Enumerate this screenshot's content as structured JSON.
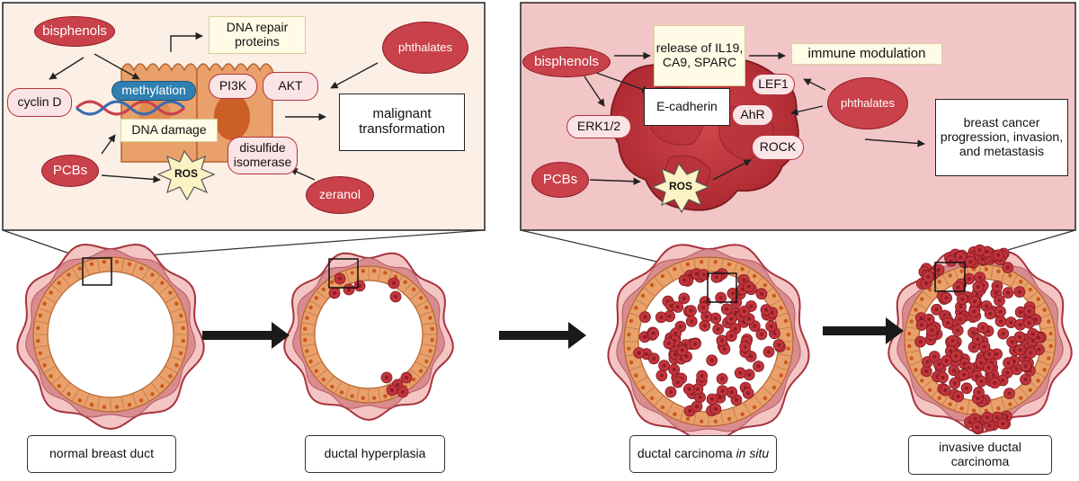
{
  "left_panel": {
    "bisphenols": "bisphenols",
    "dna_repair": "DNA repair proteins",
    "phthalates": "phthalates",
    "cyclin_d": "cyclin D",
    "methylation": "methylation",
    "pi3k": "PI3K",
    "akt": "AKT",
    "malignant": "malignant transformation",
    "dna_damage": "DNA damage",
    "disulfide": "disulfide isomerase",
    "pcbs": "PCBs",
    "ros": "ROS",
    "zeranol": "zeranol"
  },
  "right_panel": {
    "release": "release of IL19, CA9, SPARC",
    "immune": "immune modulation",
    "bisphenols": "bisphenols",
    "lef1": "LEF1",
    "ecadherin": "E-cadherin",
    "phthalates": "phthalates",
    "ahr": "AhR",
    "erk": "ERK1/2",
    "rock": "ROCK",
    "outcome": "breast cancer progression, invasion, and metastasis",
    "pcbs": "PCBs",
    "ros": "ROS"
  },
  "stages": [
    {
      "label": "normal breast duct",
      "italic": ""
    },
    {
      "label": "ductal hyperplasia",
      "italic": ""
    },
    {
      "label": "ductal carcinoma ",
      "italic": "in situ"
    },
    {
      "label": "invasive ductal carcinoma",
      "italic": ""
    }
  ],
  "colors": {
    "left_panel_bg": "#fbefe6",
    "right_panel_bg": "#f2c6c7",
    "red": "#c9414a",
    "cell_orange": "#e9a06b",
    "tumor_red": "#c2343c",
    "stroma": "#d98b8f"
  }
}
